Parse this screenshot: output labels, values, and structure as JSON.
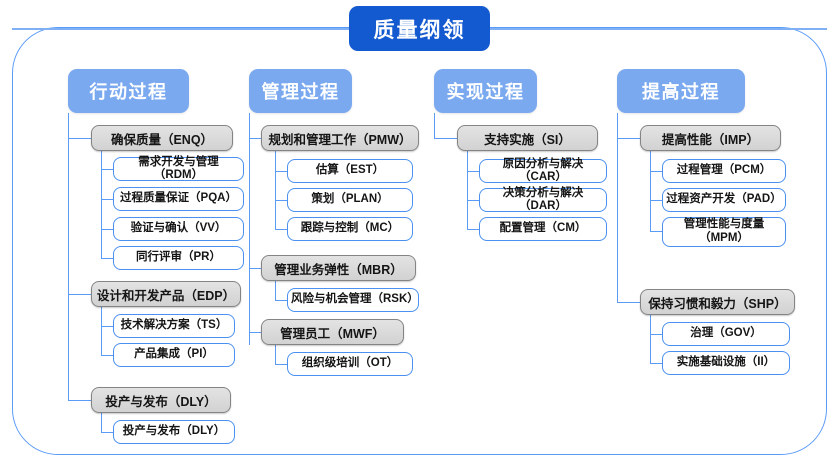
{
  "diagram": {
    "type": "tree-hierarchy",
    "root": {
      "label": "质量纲领"
    },
    "columns": [
      {
        "id": "action",
        "header": "行动过程",
        "groups": [
          {
            "label": "确保质量（ENQ）",
            "children": [
              "需求开发与管理（RDM）",
              "过程质量保证（PQA）",
              "验证与确认（VV）",
              "同行评审（PR）"
            ]
          },
          {
            "label": "设计和开发产品（EDP）",
            "children": [
              "技术解决方案（TS）",
              "产品集成（PI）"
            ]
          },
          {
            "label": "投产与发布（DLY）",
            "children": [
              "投产与发布（DLY）"
            ]
          }
        ]
      },
      {
        "id": "management",
        "header": "管理过程",
        "groups": [
          {
            "label": "规划和管理工作（PMW）",
            "children": [
              "估算（EST）",
              "策划（PLAN）",
              "跟踪与控制（MC）"
            ]
          },
          {
            "label": "管理业务弹性（MBR）",
            "children": [
              "风险与机会管理（RSK）"
            ]
          },
          {
            "label": "管理员工（MWF）",
            "children": [
              "组织级培训（OT）"
            ]
          }
        ]
      },
      {
        "id": "implementation",
        "header": "实现过程",
        "groups": [
          {
            "label": "支持实施（SI）",
            "children": [
              "原因分析与解决（CAR）",
              "决策分析与解决（DAR）",
              "配置管理（CM）"
            ]
          }
        ]
      },
      {
        "id": "improvement",
        "header": "提高过程",
        "groups": [
          {
            "label": "提高性能（IMP）",
            "children": [
              "过程管理（PCM）",
              "过程资产开发（PAD）",
              "管理性能与度量\n（MPM）"
            ]
          },
          {
            "label": "保持习惯和毅力（SHP）",
            "children": [
              "治理（GOV）",
              "实施基础设施（II）"
            ]
          }
        ]
      }
    ]
  },
  "colors": {
    "root_fill": "#1359cf",
    "header_fill": "#7aa9f0",
    "group_fill": "#d9d9d9",
    "group_border": "#848484",
    "leaf_fill": "#ffffff",
    "leaf_border": "#4a90f0",
    "connector": "#5b9bf8",
    "frame_border": "#5b9bf8",
    "text_dark": "#151515",
    "text_light": "#ffffff"
  }
}
